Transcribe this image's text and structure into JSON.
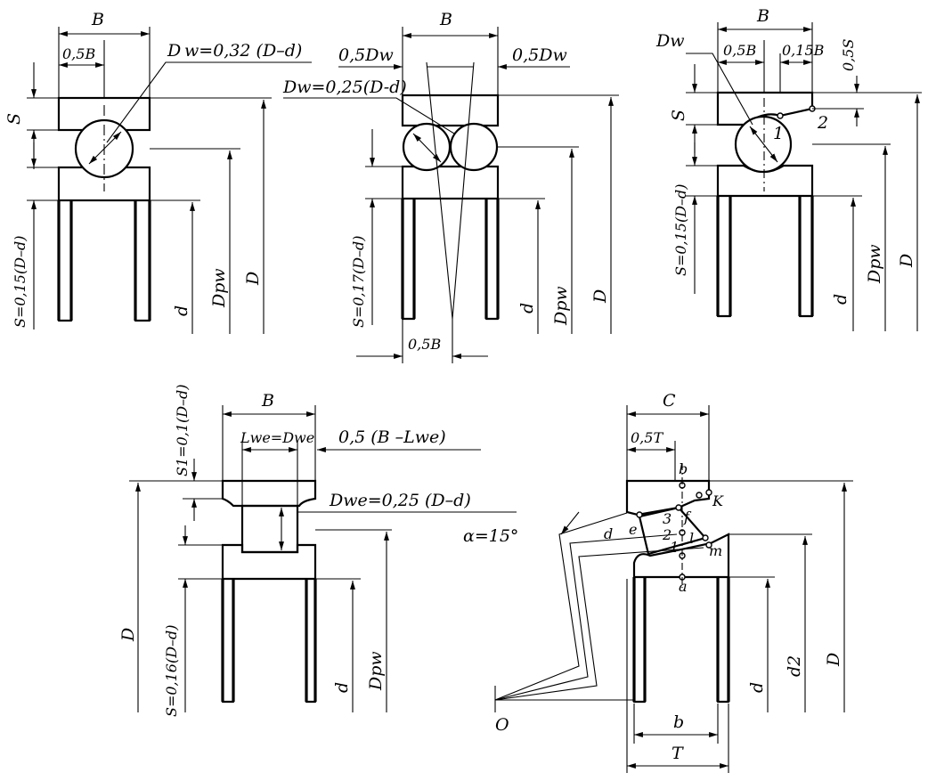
{
  "top_left": {
    "B": "B",
    "half_B": "0,5B",
    "dw_formula": "D w=0,32 (D–d)",
    "S": "S",
    "S_formula": "S=0,15(D–d)",
    "d": "d",
    "Dpw": "Dpw",
    "D": "D"
  },
  "top_middle": {
    "B": "B",
    "half_Dw_left": "0,5Dw",
    "half_Dw_right": "0,5Dw",
    "dw_formula": "Dw=0,25(D-d)",
    "S_formula": "S=0,17(D–d)",
    "half_B": "0,5B",
    "d": "d",
    "Dpw": "Dpw",
    "D": "D"
  },
  "top_right": {
    "B": "B",
    "Dw": "Dw",
    "half_B": "0,5B",
    "b015": "0,15B",
    "half_S": "0,5S",
    "S": "S",
    "pt1": "1",
    "pt2": "2",
    "S_formula": "S=0,15(D–d)",
    "d": "d",
    "Dpw": "Dpw",
    "D": "D"
  },
  "bottom_left": {
    "B": "B",
    "S1_formula": "S1=0,1(D–d)",
    "lwe": "Lwe=Dwe",
    "half_BL": "0,5 (B –Lwe)",
    "dwe_formula": "Dwe=0,25  (D–d)",
    "S_formula": "S=0,16(D–d)",
    "D": "D",
    "d": "d",
    "Dpw": "Dpw"
  },
  "bottom_right": {
    "C": "C",
    "half_T": "0,5T",
    "alpha": "α=15°",
    "pt_b": "b",
    "pt_K": "K",
    "pt_3": "3",
    "pt_f": "f",
    "pt_2": "2",
    "pt_1": "1",
    "pt_e": "e",
    "pt_d": "d",
    "pt_l": "l",
    "pt_m": "m",
    "pt_a": "a",
    "origin": "O",
    "b": "b",
    "T": "T",
    "d": "d",
    "d2": "d2",
    "D": "D"
  }
}
